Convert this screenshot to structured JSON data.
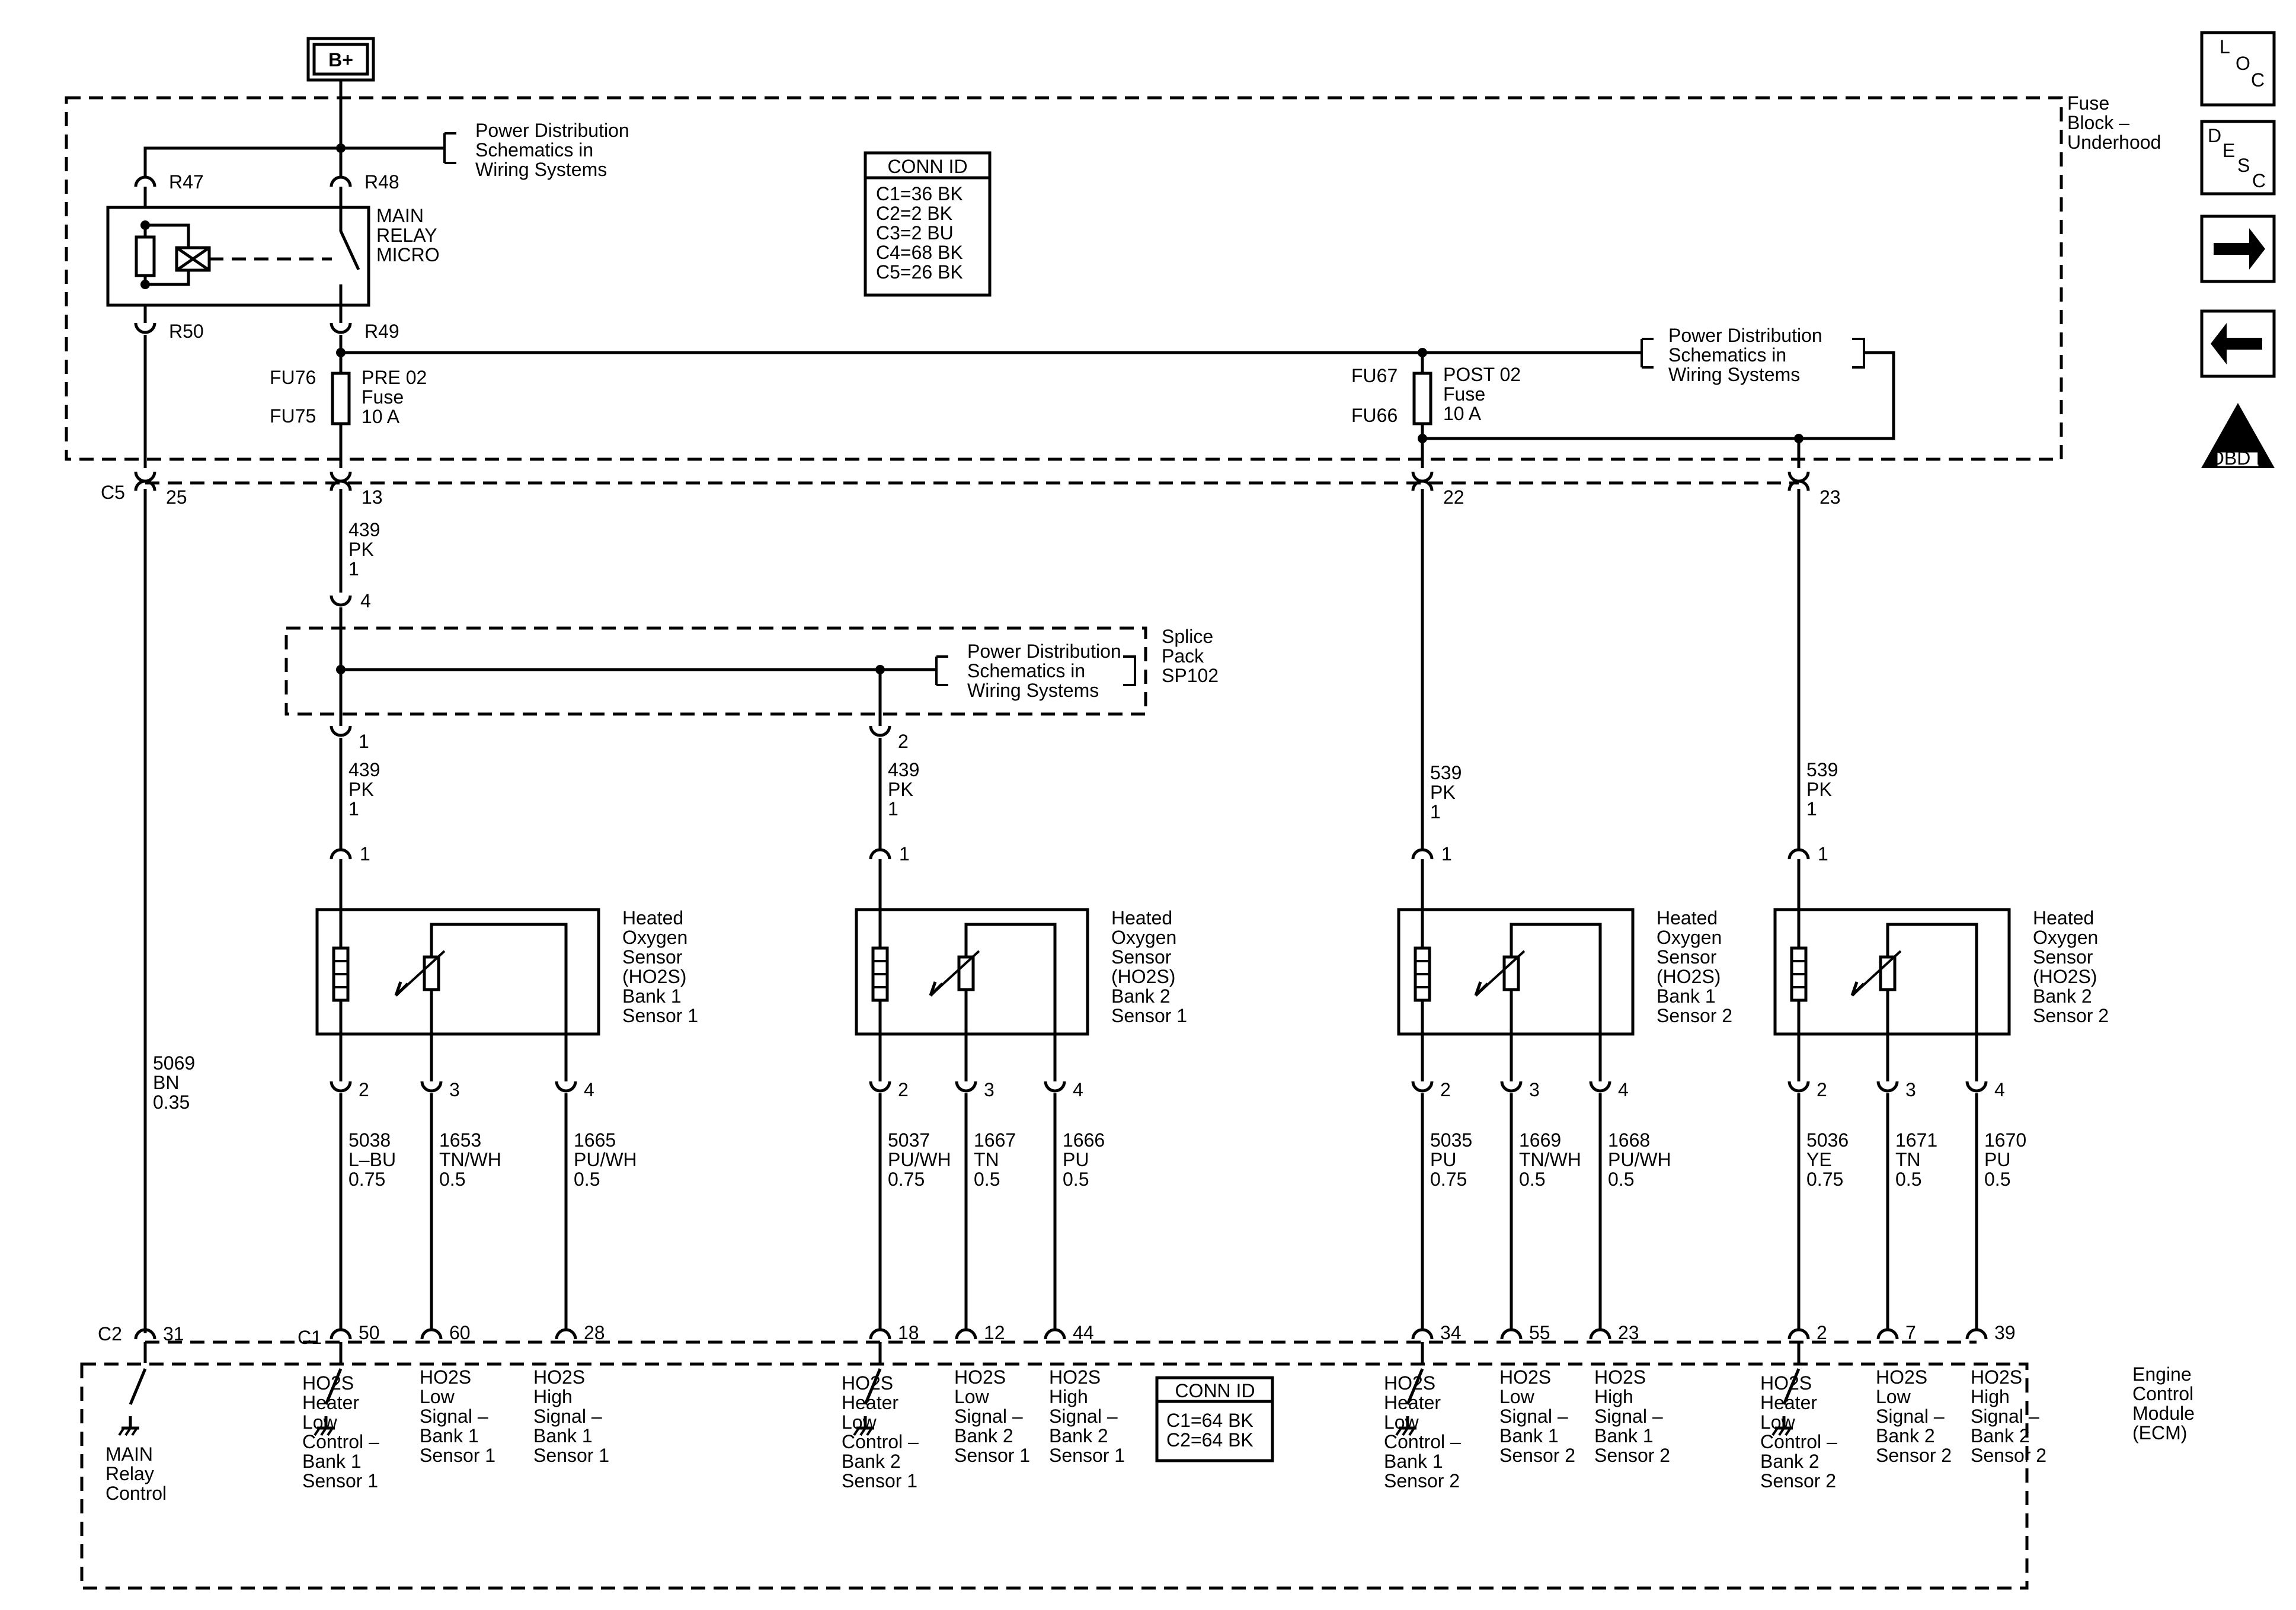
{
  "supply": "B+",
  "fuse_block_label": [
    "Fuse",
    "Block –",
    "Underhood"
  ],
  "ecm_label": [
    "Engine",
    "Control",
    "Module",
    "(ECM)"
  ],
  "splice_label": [
    "Splice",
    "Pack",
    "SP102"
  ],
  "power_dist_ref": [
    "Power Distribution",
    "Schematics in",
    "Wiring Systems"
  ],
  "relay": {
    "name": [
      "MAIN",
      "RELAY",
      "MICRO"
    ],
    "pins": {
      "tl": "R47",
      "tr": "R48",
      "bl": "R50",
      "br": "R49"
    }
  },
  "conn_id_top": {
    "title": "CONN ID",
    "lines": [
      "C1=36 BK",
      "C2=2 BK",
      "C3=2 BU",
      "C4=68 BK",
      "C5=26 BK"
    ]
  },
  "conn_id_ecm": {
    "title": "CONN ID",
    "lines": [
      "C1=64 BK",
      "C2=64 BK"
    ]
  },
  "fuses": {
    "pre": {
      "top_ref": "FU76",
      "bottom_ref": "FU75",
      "name": [
        "PRE 02",
        "Fuse",
        "10 A"
      ]
    },
    "post": {
      "top_ref": "FU67",
      "bottom_ref": "FU66",
      "name": [
        "POST 02",
        "Fuse",
        "10 A"
      ]
    }
  },
  "fuse_block_connector": {
    "name": "C5",
    "pins": [
      "25",
      "13",
      "22",
      "23"
    ]
  },
  "circuit_439_a": [
    "439",
    "PK",
    "1"
  ],
  "splice_pins": [
    "4",
    "1",
    "2"
  ],
  "feeds": [
    [
      "439",
      "PK",
      "1"
    ],
    [
      "439",
      "PK",
      "1"
    ],
    [
      "539",
      "PK",
      "1"
    ],
    [
      "539",
      "PK",
      "1"
    ]
  ],
  "relay_control_wire": [
    "5069",
    "BN",
    "0.35"
  ],
  "sensors": [
    {
      "name": [
        "Heated",
        "Oxygen",
        "Sensor",
        "(HO2S)",
        "Bank 1",
        "Sensor 1"
      ],
      "feed_pin": "1",
      "pins": [
        "2",
        "3",
        "4"
      ],
      "wires": [
        [
          "5038",
          "L–BU",
          "0.75"
        ],
        [
          "1653",
          "TN/WH",
          "0.5"
        ],
        [
          "1665",
          "PU/WH",
          "0.5"
        ]
      ],
      "ecm_pins": [
        "50",
        "60",
        "28"
      ],
      "ecm_labels": [
        [
          "HO2S",
          "Heater",
          "Low",
          "Control –",
          "Bank 1",
          "Sensor 1"
        ],
        [
          "HO2S",
          "Low",
          "Signal –",
          "Bank 1",
          "Sensor 1"
        ],
        [
          "HO2S",
          "High",
          "Signal –",
          "Bank 1",
          "Sensor 1"
        ]
      ]
    },
    {
      "name": [
        "Heated",
        "Oxygen",
        "Sensor",
        "(HO2S)",
        "Bank 2",
        "Sensor 1"
      ],
      "feed_pin": "1",
      "pins": [
        "2",
        "3",
        "4"
      ],
      "wires": [
        [
          "5037",
          "PU/WH",
          "0.75"
        ],
        [
          "1667",
          "TN",
          "0.5"
        ],
        [
          "1666",
          "PU",
          "0.5"
        ]
      ],
      "ecm_pins": [
        "18",
        "12",
        "44"
      ],
      "ecm_labels": [
        [
          "HO2S",
          "Heater",
          "Low",
          "Control –",
          "Bank 2",
          "Sensor 1"
        ],
        [
          "HO2S",
          "Low",
          "Signal –",
          "Bank 2",
          "Sensor 1"
        ],
        [
          "HO2S",
          "High",
          "Signal –",
          "Bank 2",
          "Sensor 1"
        ]
      ]
    },
    {
      "name": [
        "Heated",
        "Oxygen",
        "Sensor",
        "(HO2S)",
        "Bank 1",
        "Sensor 2"
      ],
      "feed_pin": "1",
      "pins": [
        "2",
        "3",
        "4"
      ],
      "wires": [
        [
          "5035",
          "PU",
          "0.75"
        ],
        [
          "1669",
          "TN/WH",
          "0.5"
        ],
        [
          "1668",
          "PU/WH",
          "0.5"
        ]
      ],
      "ecm_pins": [
        "34",
        "55",
        "23"
      ],
      "ecm_labels": [
        [
          "HO2S",
          "Heater",
          "Low",
          "Control –",
          "Bank 1",
          "Sensor 2"
        ],
        [
          "HO2S",
          "Low",
          "Signal –",
          "Bank 1",
          "Sensor 2"
        ],
        [
          "HO2S",
          "High",
          "Signal –",
          "Bank 1",
          "Sensor 2"
        ]
      ]
    },
    {
      "name": [
        "Heated",
        "Oxygen",
        "Sensor",
        "(HO2S)",
        "Bank 2",
        "Sensor 2"
      ],
      "feed_pin": "1",
      "pins": [
        "2",
        "3",
        "4"
      ],
      "wires": [
        [
          "5036",
          "YE",
          "0.75"
        ],
        [
          "1671",
          "TN",
          "0.5"
        ],
        [
          "1670",
          "PU",
          "0.5"
        ]
      ],
      "ecm_pins": [
        "2",
        "7",
        "39"
      ],
      "ecm_labels": [
        [
          "HO2S",
          "Heater",
          "Low",
          "Control –",
          "Bank 2",
          "Sensor 2"
        ],
        [
          "HO2S",
          "Low",
          "Signal –",
          "Bank 2",
          "Sensor 2"
        ],
        [
          "HO2S",
          "High",
          "Signal –",
          "Bank 2",
          "Sensor 2"
        ]
      ]
    }
  ],
  "ecm_connectors": {
    "c2": "C2",
    "c2_pin": "31",
    "c1": "C1"
  },
  "main_relay_control": [
    "MAIN",
    "Relay",
    "Control"
  ],
  "nav": {
    "loc": [
      "L",
      "O",
      "C"
    ],
    "desc": [
      "D",
      "E",
      "S",
      "C"
    ],
    "obd": "OBD II",
    "obd_roman": "II"
  }
}
